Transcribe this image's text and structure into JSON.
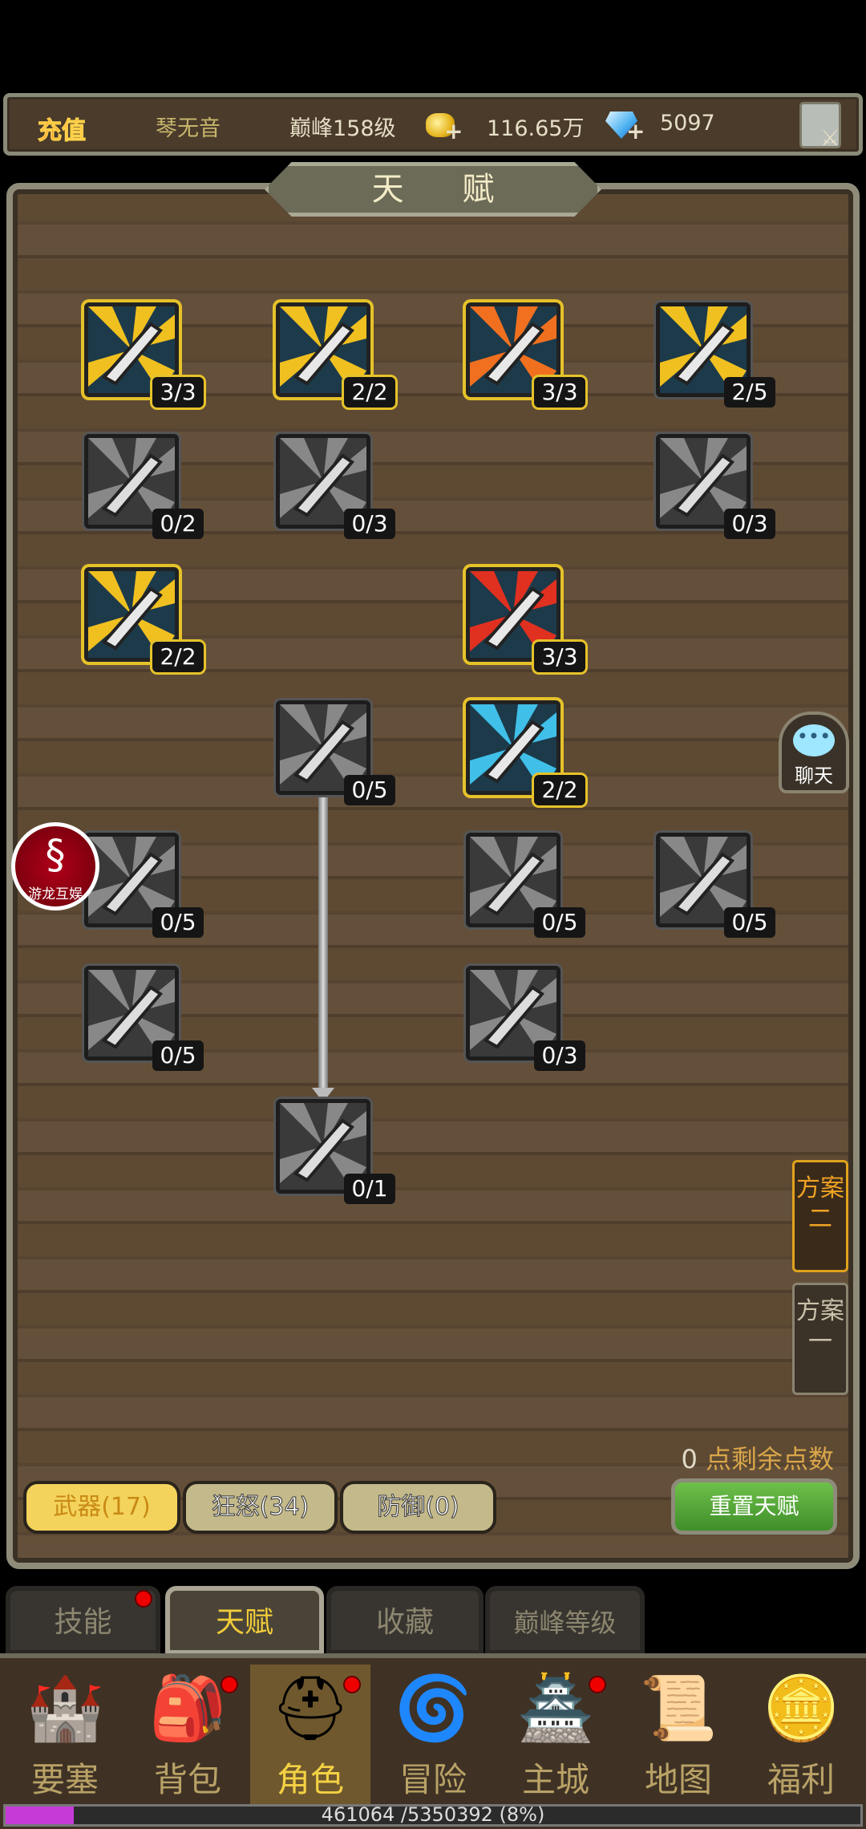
{
  "topbar": {
    "recharge": "充值",
    "player_name": "琴无音",
    "peak_level": "巅峰158级",
    "gold": "116.65万",
    "gems": "5097",
    "gold_icon": "gold-coins-icon",
    "gem_icon": "diamond-icon"
  },
  "panel": {
    "title": "天 赋"
  },
  "talents": [
    {
      "col": 0,
      "row": 0,
      "count": "3/3",
      "state": "active",
      "color": "#f0c020"
    },
    {
      "col": 1,
      "row": 0,
      "count": "2/2",
      "state": "active",
      "color": "#f0c020"
    },
    {
      "col": 2,
      "row": 0,
      "count": "3/3",
      "state": "active",
      "color": "#f07020"
    },
    {
      "col": 3,
      "row": 0,
      "count": "2/5",
      "state": "partial",
      "color": "#f0c020"
    },
    {
      "col": 0,
      "row": 1,
      "count": "0/2",
      "state": "inactive",
      "color": "#888"
    },
    {
      "col": 1,
      "row": 1,
      "count": "0/3",
      "state": "inactive",
      "color": "#888"
    },
    {
      "col": 3,
      "row": 1,
      "count": "0/3",
      "state": "inactive",
      "color": "#888"
    },
    {
      "col": 0,
      "row": 2,
      "count": "2/2",
      "state": "active",
      "color": "#f0c020"
    },
    {
      "col": 2,
      "row": 2,
      "count": "3/3",
      "state": "active",
      "color": "#e03020"
    },
    {
      "col": 1,
      "row": 3,
      "count": "0/5",
      "state": "inactive",
      "color": "#888"
    },
    {
      "col": 2,
      "row": 3,
      "count": "2/2",
      "state": "active",
      "color": "#40c0e8"
    },
    {
      "col": 0,
      "row": 4,
      "count": "0/5",
      "state": "inactive",
      "color": "#888"
    },
    {
      "col": 2,
      "row": 4,
      "count": "0/5",
      "state": "inactive",
      "color": "#888"
    },
    {
      "col": 3,
      "row": 4,
      "count": "0/5",
      "state": "inactive",
      "color": "#888"
    },
    {
      "col": 0,
      "row": 5,
      "count": "0/5",
      "state": "inactive",
      "color": "#888"
    },
    {
      "col": 2,
      "row": 5,
      "count": "0/3",
      "state": "inactive",
      "color": "#888"
    },
    {
      "col": 1,
      "row": 6,
      "count": "0/1",
      "state": "inactive",
      "color": "#888"
    }
  ],
  "chat": {
    "label": "聊天"
  },
  "logo": {
    "text": "游龙互娱"
  },
  "plans": [
    {
      "label": "方案二",
      "selected": true
    },
    {
      "label": "方案一",
      "selected": false
    }
  ],
  "points": {
    "value": "0",
    "label": "点剩余点数"
  },
  "categories": [
    {
      "label": "武器(17)",
      "selected": true
    },
    {
      "label": "狂怒(34)"
    },
    {
      "label": "防御(0)"
    }
  ],
  "reset_label": "重置天赋",
  "subtabs": [
    {
      "label": "技能",
      "badge": true
    },
    {
      "label": "天赋",
      "selected": true
    },
    {
      "label": "收藏"
    },
    {
      "label": "巅峰等级"
    }
  ],
  "nav": [
    {
      "label": "要塞",
      "icon": "fortress-icon",
      "glyph": "🏰"
    },
    {
      "label": "背包",
      "icon": "backpack-icon",
      "glyph": "🎒",
      "badge": true
    },
    {
      "label": "角色",
      "icon": "helmet-icon",
      "glyph": "⛑",
      "badge": true,
      "selected": true
    },
    {
      "label": "冒险",
      "icon": "portal-icon",
      "glyph": "🌀"
    },
    {
      "label": "主城",
      "icon": "castle-icon",
      "glyph": "🏯",
      "badge": true
    },
    {
      "label": "地图",
      "icon": "map-scroll-icon",
      "glyph": "📜"
    },
    {
      "label": "福利",
      "icon": "gong-icon",
      "glyph": "🪙"
    }
  ],
  "xp": {
    "text": "461064 /5350392 (8%)",
    "percent": 8
  }
}
